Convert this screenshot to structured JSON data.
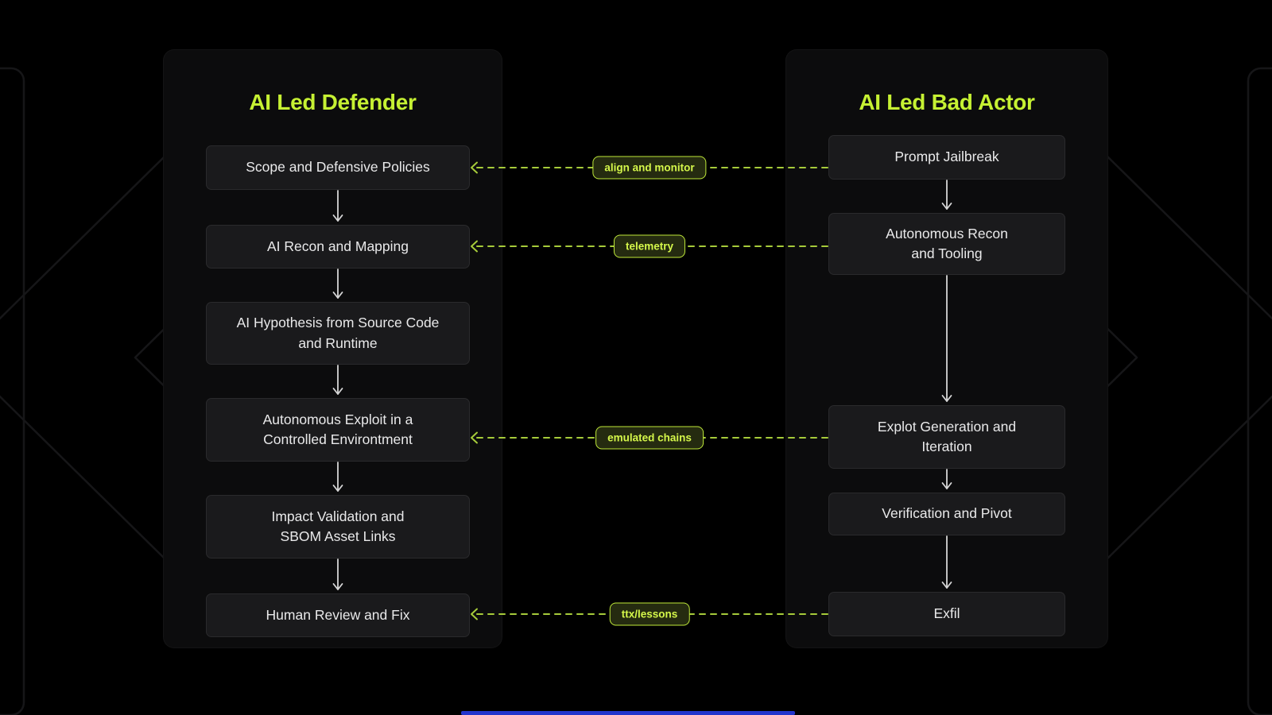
{
  "defender": {
    "title": "AI Led Defender",
    "steps": [
      {
        "label": "Scope and Defensive Policies"
      },
      {
        "label": "AI Recon and Mapping"
      },
      {
        "label": "AI Hypothesis from Source Code\nand Runtime"
      },
      {
        "label": "Autonomous Exploit in a\nControlled Environtment"
      },
      {
        "label": "Impact Validation and\nSBOM Asset Links"
      },
      {
        "label": "Human Review and Fix"
      }
    ]
  },
  "bad_actor": {
    "title": "AI Led Bad Actor",
    "steps": [
      {
        "label": "Prompt Jailbreak"
      },
      {
        "label": "Autonomous Recon\nand Tooling"
      },
      {
        "label": "Explot Generation and\nIteration"
      },
      {
        "label": "Verification and Pivot"
      },
      {
        "label": "Exfil"
      }
    ]
  },
  "connectors": [
    {
      "label": "align and monitor"
    },
    {
      "label": "telemetry"
    },
    {
      "label": "emulated chains"
    },
    {
      "label": "ttx/lessons"
    }
  ],
  "colors": {
    "background": "#000000",
    "panel_background": "#0c0c0d",
    "node_background": "#1a1a1c",
    "title_green": "#c6f133",
    "connector_green": "#a6cb3a",
    "connector_label_border": "#bfe939",
    "connector_label_text": "#d4f64a",
    "node_text": "#e9e9ea",
    "flow_arrow": "#d6d6d6",
    "bottom_bar_blue": "#2334cc"
  }
}
